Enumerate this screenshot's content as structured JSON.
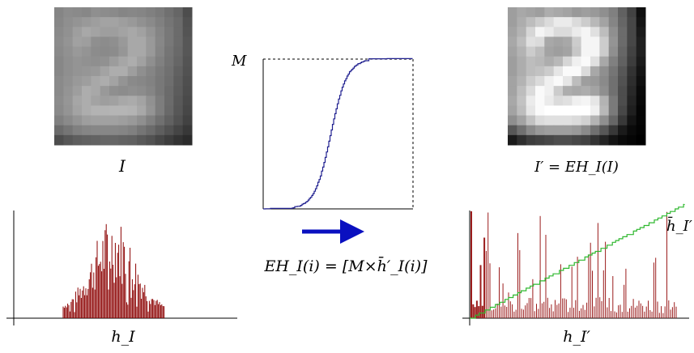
{
  "colors": {
    "hist_before": "#8b0000",
    "hist_after": "#9b1c1c",
    "cdf_curve": "#1f1f8f",
    "cumulative_line": "#2fb82f",
    "arrow": "#0a10c0"
  },
  "labels": {
    "input_image": "I",
    "output_image": "I′ = EH_I(I)",
    "curve_max": "M",
    "hist_input": "h_I",
    "hist_output": "h_I′",
    "cumulative": "h̄_I′",
    "formula": "EH_I(i) = [M×h̄′_I(i)]"
  },
  "input_image": {
    "rows": [
      [
        0.52,
        0.55,
        0.54,
        0.53,
        0.56,
        0.55,
        0.54,
        0.52,
        0.53,
        0.52,
        0.5,
        0.48,
        0.44,
        0.4,
        0.3
      ],
      [
        0.53,
        0.56,
        0.58,
        0.6,
        0.62,
        0.64,
        0.64,
        0.62,
        0.6,
        0.57,
        0.54,
        0.5,
        0.46,
        0.42,
        0.32
      ],
      [
        0.54,
        0.57,
        0.62,
        0.66,
        0.64,
        0.62,
        0.62,
        0.64,
        0.66,
        0.63,
        0.58,
        0.52,
        0.47,
        0.42,
        0.33
      ],
      [
        0.55,
        0.58,
        0.63,
        0.62,
        0.56,
        0.55,
        0.56,
        0.6,
        0.66,
        0.66,
        0.6,
        0.53,
        0.47,
        0.42,
        0.34
      ],
      [
        0.54,
        0.57,
        0.6,
        0.58,
        0.55,
        0.54,
        0.55,
        0.59,
        0.66,
        0.66,
        0.6,
        0.52,
        0.46,
        0.41,
        0.34
      ],
      [
        0.53,
        0.56,
        0.58,
        0.57,
        0.56,
        0.57,
        0.61,
        0.65,
        0.68,
        0.63,
        0.56,
        0.5,
        0.45,
        0.4,
        0.33
      ],
      [
        0.53,
        0.56,
        0.58,
        0.59,
        0.6,
        0.64,
        0.68,
        0.68,
        0.62,
        0.56,
        0.52,
        0.48,
        0.44,
        0.38,
        0.32
      ],
      [
        0.54,
        0.57,
        0.6,
        0.62,
        0.66,
        0.68,
        0.64,
        0.58,
        0.54,
        0.53,
        0.51,
        0.47,
        0.43,
        0.37,
        0.31
      ],
      [
        0.54,
        0.58,
        0.62,
        0.68,
        0.66,
        0.6,
        0.56,
        0.55,
        0.56,
        0.55,
        0.52,
        0.47,
        0.42,
        0.36,
        0.3
      ],
      [
        0.55,
        0.59,
        0.65,
        0.68,
        0.64,
        0.62,
        0.63,
        0.66,
        0.67,
        0.64,
        0.57,
        0.49,
        0.42,
        0.35,
        0.29
      ],
      [
        0.54,
        0.58,
        0.64,
        0.68,
        0.7,
        0.7,
        0.71,
        0.71,
        0.7,
        0.66,
        0.58,
        0.49,
        0.41,
        0.34,
        0.28
      ],
      [
        0.5,
        0.54,
        0.58,
        0.62,
        0.63,
        0.63,
        0.63,
        0.62,
        0.6,
        0.56,
        0.5,
        0.44,
        0.38,
        0.32,
        0.26
      ],
      [
        0.42,
        0.46,
        0.5,
        0.52,
        0.53,
        0.53,
        0.53,
        0.52,
        0.5,
        0.46,
        0.42,
        0.37,
        0.32,
        0.27,
        0.22
      ],
      [
        0.3,
        0.34,
        0.37,
        0.38,
        0.39,
        0.4,
        0.4,
        0.39,
        0.38,
        0.35,
        0.32,
        0.28,
        0.24,
        0.2,
        0.17
      ]
    ]
  },
  "output_image": {
    "rows": [
      [
        0.62,
        0.66,
        0.64,
        0.62,
        0.68,
        0.66,
        0.64,
        0.6,
        0.62,
        0.6,
        0.56,
        0.5,
        0.38,
        0.26,
        0.06
      ],
      [
        0.62,
        0.68,
        0.74,
        0.8,
        0.86,
        0.92,
        0.92,
        0.86,
        0.8,
        0.72,
        0.64,
        0.52,
        0.4,
        0.28,
        0.08
      ],
      [
        0.64,
        0.7,
        0.84,
        0.96,
        0.92,
        0.86,
        0.86,
        0.92,
        0.96,
        0.88,
        0.74,
        0.56,
        0.42,
        0.28,
        0.1
      ],
      [
        0.66,
        0.74,
        0.88,
        0.86,
        0.66,
        0.64,
        0.66,
        0.8,
        0.96,
        0.96,
        0.8,
        0.58,
        0.42,
        0.28,
        0.12
      ],
      [
        0.64,
        0.7,
        0.8,
        0.74,
        0.64,
        0.62,
        0.64,
        0.78,
        0.96,
        0.96,
        0.8,
        0.56,
        0.4,
        0.26,
        0.12
      ],
      [
        0.62,
        0.68,
        0.74,
        0.72,
        0.68,
        0.72,
        0.84,
        0.94,
        0.98,
        0.88,
        0.66,
        0.5,
        0.38,
        0.24,
        0.1
      ],
      [
        0.62,
        0.68,
        0.74,
        0.76,
        0.8,
        0.9,
        0.98,
        0.98,
        0.86,
        0.66,
        0.56,
        0.46,
        0.34,
        0.2,
        0.08
      ],
      [
        0.64,
        0.7,
        0.8,
        0.86,
        0.94,
        0.98,
        0.9,
        0.74,
        0.62,
        0.6,
        0.54,
        0.44,
        0.32,
        0.18,
        0.06
      ],
      [
        0.64,
        0.74,
        0.86,
        0.98,
        0.94,
        0.8,
        0.68,
        0.66,
        0.68,
        0.64,
        0.56,
        0.44,
        0.3,
        0.16,
        0.04
      ],
      [
        0.66,
        0.76,
        0.92,
        0.98,
        0.92,
        0.86,
        0.88,
        0.94,
        0.96,
        0.9,
        0.7,
        0.48,
        0.3,
        0.14,
        0.03
      ],
      [
        0.64,
        0.74,
        0.9,
        0.98,
        1.0,
        1.0,
        1.0,
        1.0,
        1.0,
        0.94,
        0.72,
        0.48,
        0.28,
        0.12,
        0.02
      ],
      [
        0.56,
        0.64,
        0.76,
        0.86,
        0.88,
        0.88,
        0.88,
        0.86,
        0.82,
        0.7,
        0.56,
        0.4,
        0.22,
        0.08,
        0.02
      ],
      [
        0.34,
        0.44,
        0.54,
        0.6,
        0.62,
        0.62,
        0.62,
        0.6,
        0.54,
        0.44,
        0.34,
        0.22,
        0.1,
        0.04,
        0.01
      ],
      [
        0.1,
        0.18,
        0.24,
        0.26,
        0.28,
        0.3,
        0.3,
        0.28,
        0.26,
        0.2,
        0.14,
        0.08,
        0.04,
        0.02,
        0.0
      ]
    ]
  }
}
